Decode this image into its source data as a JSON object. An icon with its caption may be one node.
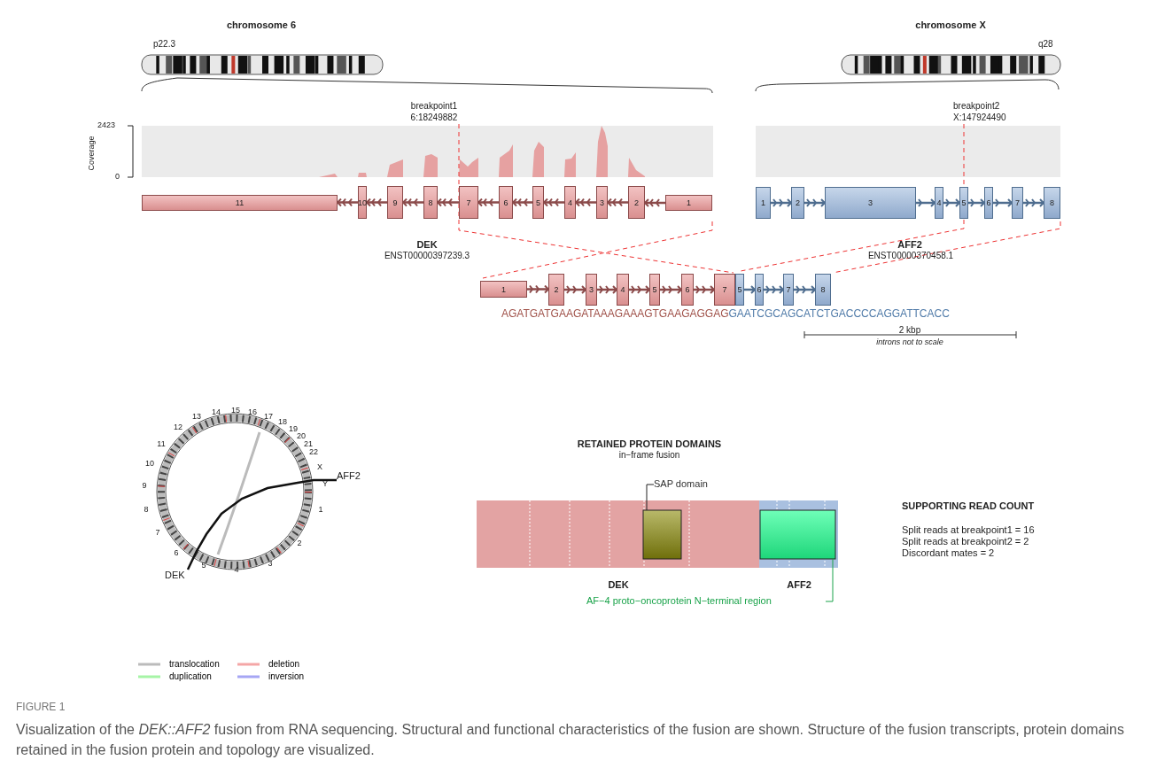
{
  "diagram": {
    "caption": "Visualization of the *DEK::AFF2* fusion from RNA sequencing. Structural and functional characteristics of the fusion are shown. Structure of the fusion transcripts, protein domains retained in the fusion protein and topology are visualized.",
    "nodes": [
      {
        "text": [
          "11"
        ]
      },
      {
        "text": [
          "10"
        ]
      },
      {
        "text": [
          "9"
        ]
      },
      {
        "text": [
          "8"
        ]
      },
      {
        "text": [
          "7"
        ]
      },
      {
        "text": [
          "6"
        ]
      },
      {
        "text": [
          "5"
        ]
      },
      {
        "text": [
          "4"
        ]
      },
      {
        "text": [
          "3"
        ]
      },
      {
        "text": [
          "2"
        ]
      },
      {
        "text": [
          "1"
        ]
      },
      {
        "text": [
          "1"
        ]
      },
      {
        "text": [
          "2"
        ]
      },
      {
        "text": [
          "3"
        ]
      },
      {
        "text": [
          "4"
        ]
      },
      {
        "text": [
          "5"
        ]
      },
      {
        "text": [
          "6"
        ]
      },
      {
        "text": [
          "7"
        ]
      },
      {
        "text": [
          "8"
        ]
      },
      {
        "text": [
          "1"
        ]
      },
      {
        "text": [
          "2"
        ]
      },
      {
        "text": [
          "3"
        ]
      },
      {
        "text": [
          "4"
        ]
      },
      {
        "text": [
          "5"
        ]
      },
      {
        "text": [
          "6"
        ]
      },
      {
        "text": [
          "7"
        ]
      },
      {
        "text": [
          "5"
        ]
      },
      {
        "text": [
          "6"
        ]
      },
      {
        "text": [
          "7"
        ]
      },
      {
        "text": [
          "8"
        ]
      },
      {
        "text": [
          "SAP domain"
        ]
      },
      {
        "text": [],
        "shape": "box"
      },
      {
        "text": [],
        "shape": "box"
      },
      {
        "text": [
          "AF−4 proto−oncoprotein N−terminal region"
        ]
      },
      {
        "text": [
          "DEK"
        ]
      },
      {
        "text": [
          "AFF2"
        ]
      }
    ],
    "edges": [
      {
        "from": 30,
        "to": 31,
        "arrow": "none",
        "color": "#222222"
      },
      {
        "from": 33,
        "to": 32,
        "arrow": "none",
        "color": "#1aa34a"
      },
      {
        "from": 34,
        "to": 35,
        "arrow": "none",
        "color": "#111111"
      },
      {
        "from": 1,
        "to": 0,
        "arrow": "to",
        "color": "#8b4a4a"
      },
      {
        "from": 2,
        "to": 1,
        "arrow": "to",
        "color": "#8b4a4a"
      },
      {
        "from": 3,
        "to": 2,
        "arrow": "to",
        "color": "#8b4a4a"
      },
      {
        "from": 4,
        "to": 3,
        "arrow": "to",
        "color": "#8b4a4a"
      },
      {
        "from": 5,
        "to": 4,
        "arrow": "to",
        "color": "#8b4a4a"
      },
      {
        "from": 6,
        "to": 5,
        "arrow": "to",
        "color": "#8b4a4a"
      },
      {
        "from": 7,
        "to": 6,
        "arrow": "to",
        "color": "#8b4a4a"
      },
      {
        "from": 8,
        "to": 7,
        "arrow": "to",
        "color": "#8b4a4a"
      },
      {
        "from": 9,
        "to": 8,
        "arrow": "to",
        "color": "#8b4a4a"
      },
      {
        "from": 10,
        "to": 9,
        "arrow": "to",
        "color": "#8b4a4a"
      },
      {
        "from": 11,
        "to": 12,
        "arrow": "to",
        "color": "#4f6d8f"
      },
      {
        "from": 12,
        "to": 13,
        "arrow": "to",
        "color": "#4f6d8f"
      },
      {
        "from": 13,
        "to": 14,
        "arrow": "to",
        "color": "#4f6d8f"
      },
      {
        "from": 14,
        "to": 15,
        "arrow": "to",
        "color": "#4f6d8f"
      },
      {
        "from": 15,
        "to": 16,
        "arrow": "to",
        "color": "#4f6d8f"
      },
      {
        "from": 16,
        "to": 17,
        "arrow": "to",
        "color": "#4f6d8f"
      },
      {
        "from": 17,
        "to": 18,
        "arrow": "to",
        "color": "#4f6d8f"
      },
      {
        "from": 19,
        "to": 20,
        "arrow": "to",
        "color": "#8b4a4a"
      },
      {
        "from": 20,
        "to": 21,
        "arrow": "to",
        "color": "#8b4a4a"
      },
      {
        "from": 21,
        "to": 22,
        "arrow": "to",
        "color": "#8b4a4a"
      },
      {
        "from": 22,
        "to": 23,
        "arrow": "to",
        "color": "#8b4a4a"
      },
      {
        "from": 23,
        "to": 24,
        "arrow": "to",
        "color": "#8b4a4a"
      },
      {
        "from": 24,
        "to": 25,
        "arrow": "to",
        "color": "#8b4a4a"
      },
      {
        "from": 26,
        "to": 27,
        "arrow": "to",
        "color": "#4f6d8f"
      },
      {
        "from": 27,
        "to": 28,
        "arrow": "to",
        "color": "#4f6d8f"
      },
      {
        "from": 28,
        "to": 29,
        "arrow": "to",
        "color": "#4f6d8f"
      }
    ],
    "labels": [
      "chromosome 6",
      "p22.3",
      "chromosome X",
      "q28",
      "breakpoint1",
      "6:18249882",
      "breakpoint2",
      "X:147924490",
      "2423",
      "Coverage",
      "0",
      "DEK",
      "ENST00000397239.3",
      "AFF2",
      "ENST00000370458.1",
      "AGATGATGAAGATAAAGAAAGTGAAGAGGAG",
      "GAATCGCAGCATCTGACCCCAGGATTCACC",
      "2 kbp",
      "introns not to scale",
      "1",
      "2",
      "3",
      "4",
      "5",
      "6",
      "7",
      "8",
      "9",
      "10",
      "11",
      "12",
      "13",
      "14",
      "15",
      "16",
      "17",
      "18",
      "19",
      "20",
      "21",
      "22",
      "X",
      "Y",
      "RETAINED PROTEIN DOMAINS",
      "in−frame fusion",
      "SUPPORTING READ COUNT",
      "Split reads at breakpoint1 = 16",
      "Split reads at breakpoint2 = 2",
      "Discordant mates = 2",
      "DEK",
      "AFF2",
      "FIGURE 1"
    ],
    "legend": [
      {
        "text": "translocation"
      },
      {
        "text": "deletion"
      },
      {
        "text": "duplication"
      },
      {
        "text": "inversion"
      }
    ]
  }
}
